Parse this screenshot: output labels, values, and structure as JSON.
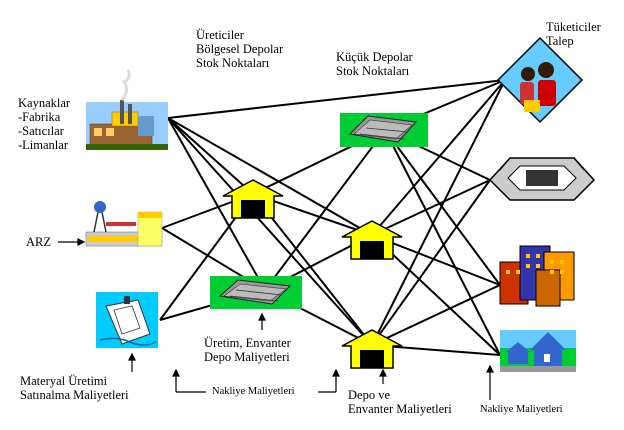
{
  "labels": {
    "producers": "Üreticiler\nBölgesel Depolar\nStok Noktaları",
    "small_depots": "Küçük Depolar\nStok Noktaları",
    "consumers": "Tüketiciler\nTalep",
    "sources": "Kaynaklar\n-Fabrika\n-Satıcılar\n-Limanlar",
    "supply": "ARZ",
    "material_cost": "Materyal Üretimi\nSatınalma Maliyetleri",
    "production_cost": "Üretim, Envanter\nDepo Maliyetleri",
    "transport_cost_1": "Nakliye Maliyetleri",
    "depot_cost": "Depo ve\nEnvanter Maliyetleri",
    "transport_cost_2": "Nakliye Maliyetleri"
  },
  "colors": {
    "house_fill": "#ffff00",
    "building_panel": "#00cc33",
    "water": "#00ccff",
    "sky": "#66ccff"
  },
  "icons": [
    "factory-icon",
    "water-tower-icon",
    "ship-icon",
    "warehouse-icon",
    "yellow-depot-icon",
    "people-icon",
    "stadium-icon",
    "apartments-icon",
    "houses-icon"
  ]
}
